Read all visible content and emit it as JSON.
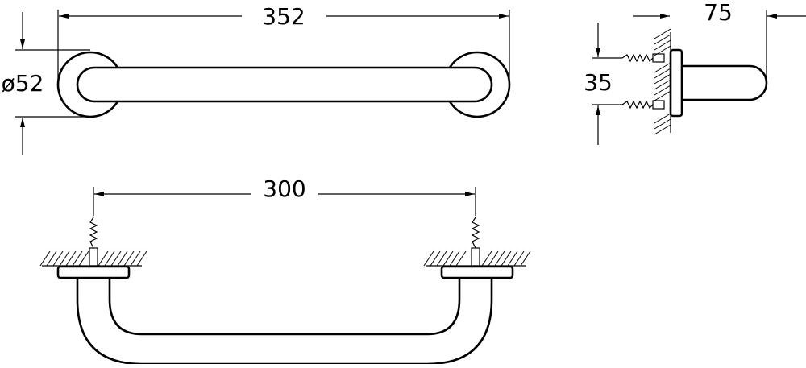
{
  "dimensions": {
    "total_length": "352",
    "rosette_diameter": "ø52",
    "projection": "75",
    "bar_offset": "35",
    "fixing_centres": "300"
  }
}
